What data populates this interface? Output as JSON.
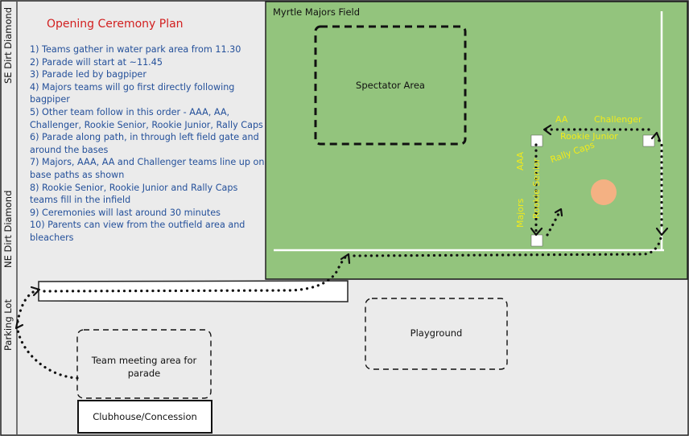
{
  "plan": {
    "title": "Opening Ceremony Plan",
    "steps": [
      "1) Teams gather in water park area from 11.30",
      "2) Parade will start at ~11.45",
      "3) Parade led by bagpiper",
      "4) Majors teams will go first directly following bagpiper",
      "5) Other team follow in this order - AAA, AA, Challenger, Rookie Senior, Rookie Junior, Rally Caps",
      "6) Parade along path, in through left field gate and around the bases",
      "7) Majors, AAA, AA and Challenger teams line up on base paths as shown",
      "8) Rookie Senior, Rookie Junior and Rally Caps teams fill in the infield",
      "9) Ceremonies will last around 30 minutes",
      "10) Parents can view from the outfield area and bleachers"
    ]
  },
  "side_labels": {
    "se_diamond": "SE Dirt Diamond",
    "ne_diamond": "NE Dirt Diamond",
    "parking": "Parking Lot"
  },
  "field": {
    "title": "Myrtle Majors Field",
    "spectator_area": "Spectator Area",
    "team_labels": {
      "aa_top": "AA",
      "challenger": "Challenger",
      "rookie_junior": "Rookie Junior",
      "aaa": "AAA",
      "rally_caps": "Rally Caps",
      "rookie_senior": "Rookie Senior",
      "majors": "Majors"
    }
  },
  "areas": {
    "playground": "Playground",
    "team_meeting": "Team meeting area for parade",
    "clubhouse": "Clubhouse/Concession"
  },
  "colors": {
    "field_green": "#93c47d",
    "background": "#ebebeb",
    "label_yellow": "#f2ea1a",
    "title_red": "#d21f1f",
    "text_blue": "#24509a",
    "mound": "#f4b183"
  }
}
